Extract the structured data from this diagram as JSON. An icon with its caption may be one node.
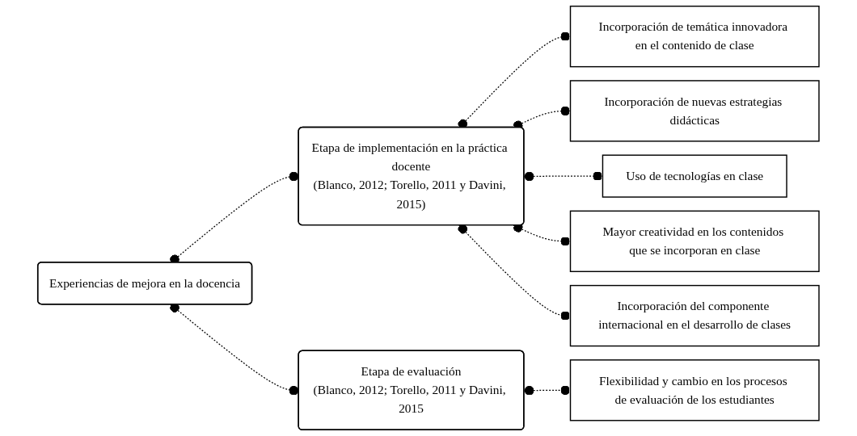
{
  "diagram": {
    "nodes": [
      {
        "text": [
          "Experiencias de mejora en la docencia"
        ]
      },
      {
        "text": [
          "Etapa de implementación en la práctica docente",
          "(Blanco, 2012; Torello, 2011 y Davini, 2015)"
        ]
      },
      {
        "text": [
          "Etapa de evaluación",
          "(Blanco, 2012; Torello, 2011 y Davini, 2015"
        ]
      },
      {
        "text": [
          "Incorporación de temática innovadora en el contenido de clase"
        ]
      },
      {
        "text": [
          "Incorporación de nuevas estrategias didácticas"
        ]
      },
      {
        "text": [
          "Uso de tecnologías en clase"
        ]
      },
      {
        "text": [
          "Mayor creatividad en los contenidos que se incorporan en clase"
        ]
      },
      {
        "text": [
          "Incorporación del componente internacional en el desarrollo de clases"
        ]
      },
      {
        "text": [
          "Flexibilidad y cambio en los procesos de evaluación de los estudiantes"
        ]
      }
    ],
    "edges": [
      {
        "from": 0,
        "to": 1,
        "arrow": "other",
        "style": "dashed"
      },
      {
        "from": 0,
        "to": 2,
        "arrow": "other",
        "style": "dashed"
      },
      {
        "from": 1,
        "to": 3,
        "arrow": "other",
        "style": "dashed"
      },
      {
        "from": 1,
        "to": 4,
        "arrow": "other",
        "style": "dashed"
      },
      {
        "from": 1,
        "to": 5,
        "arrow": "other",
        "style": "dashed"
      },
      {
        "from": 1,
        "to": 6,
        "arrow": "other",
        "style": "dashed"
      },
      {
        "from": 1,
        "to": 7,
        "arrow": "other",
        "style": "dashed"
      },
      {
        "from": 2,
        "to": 8,
        "arrow": "other",
        "style": "dashed"
      }
    ]
  }
}
